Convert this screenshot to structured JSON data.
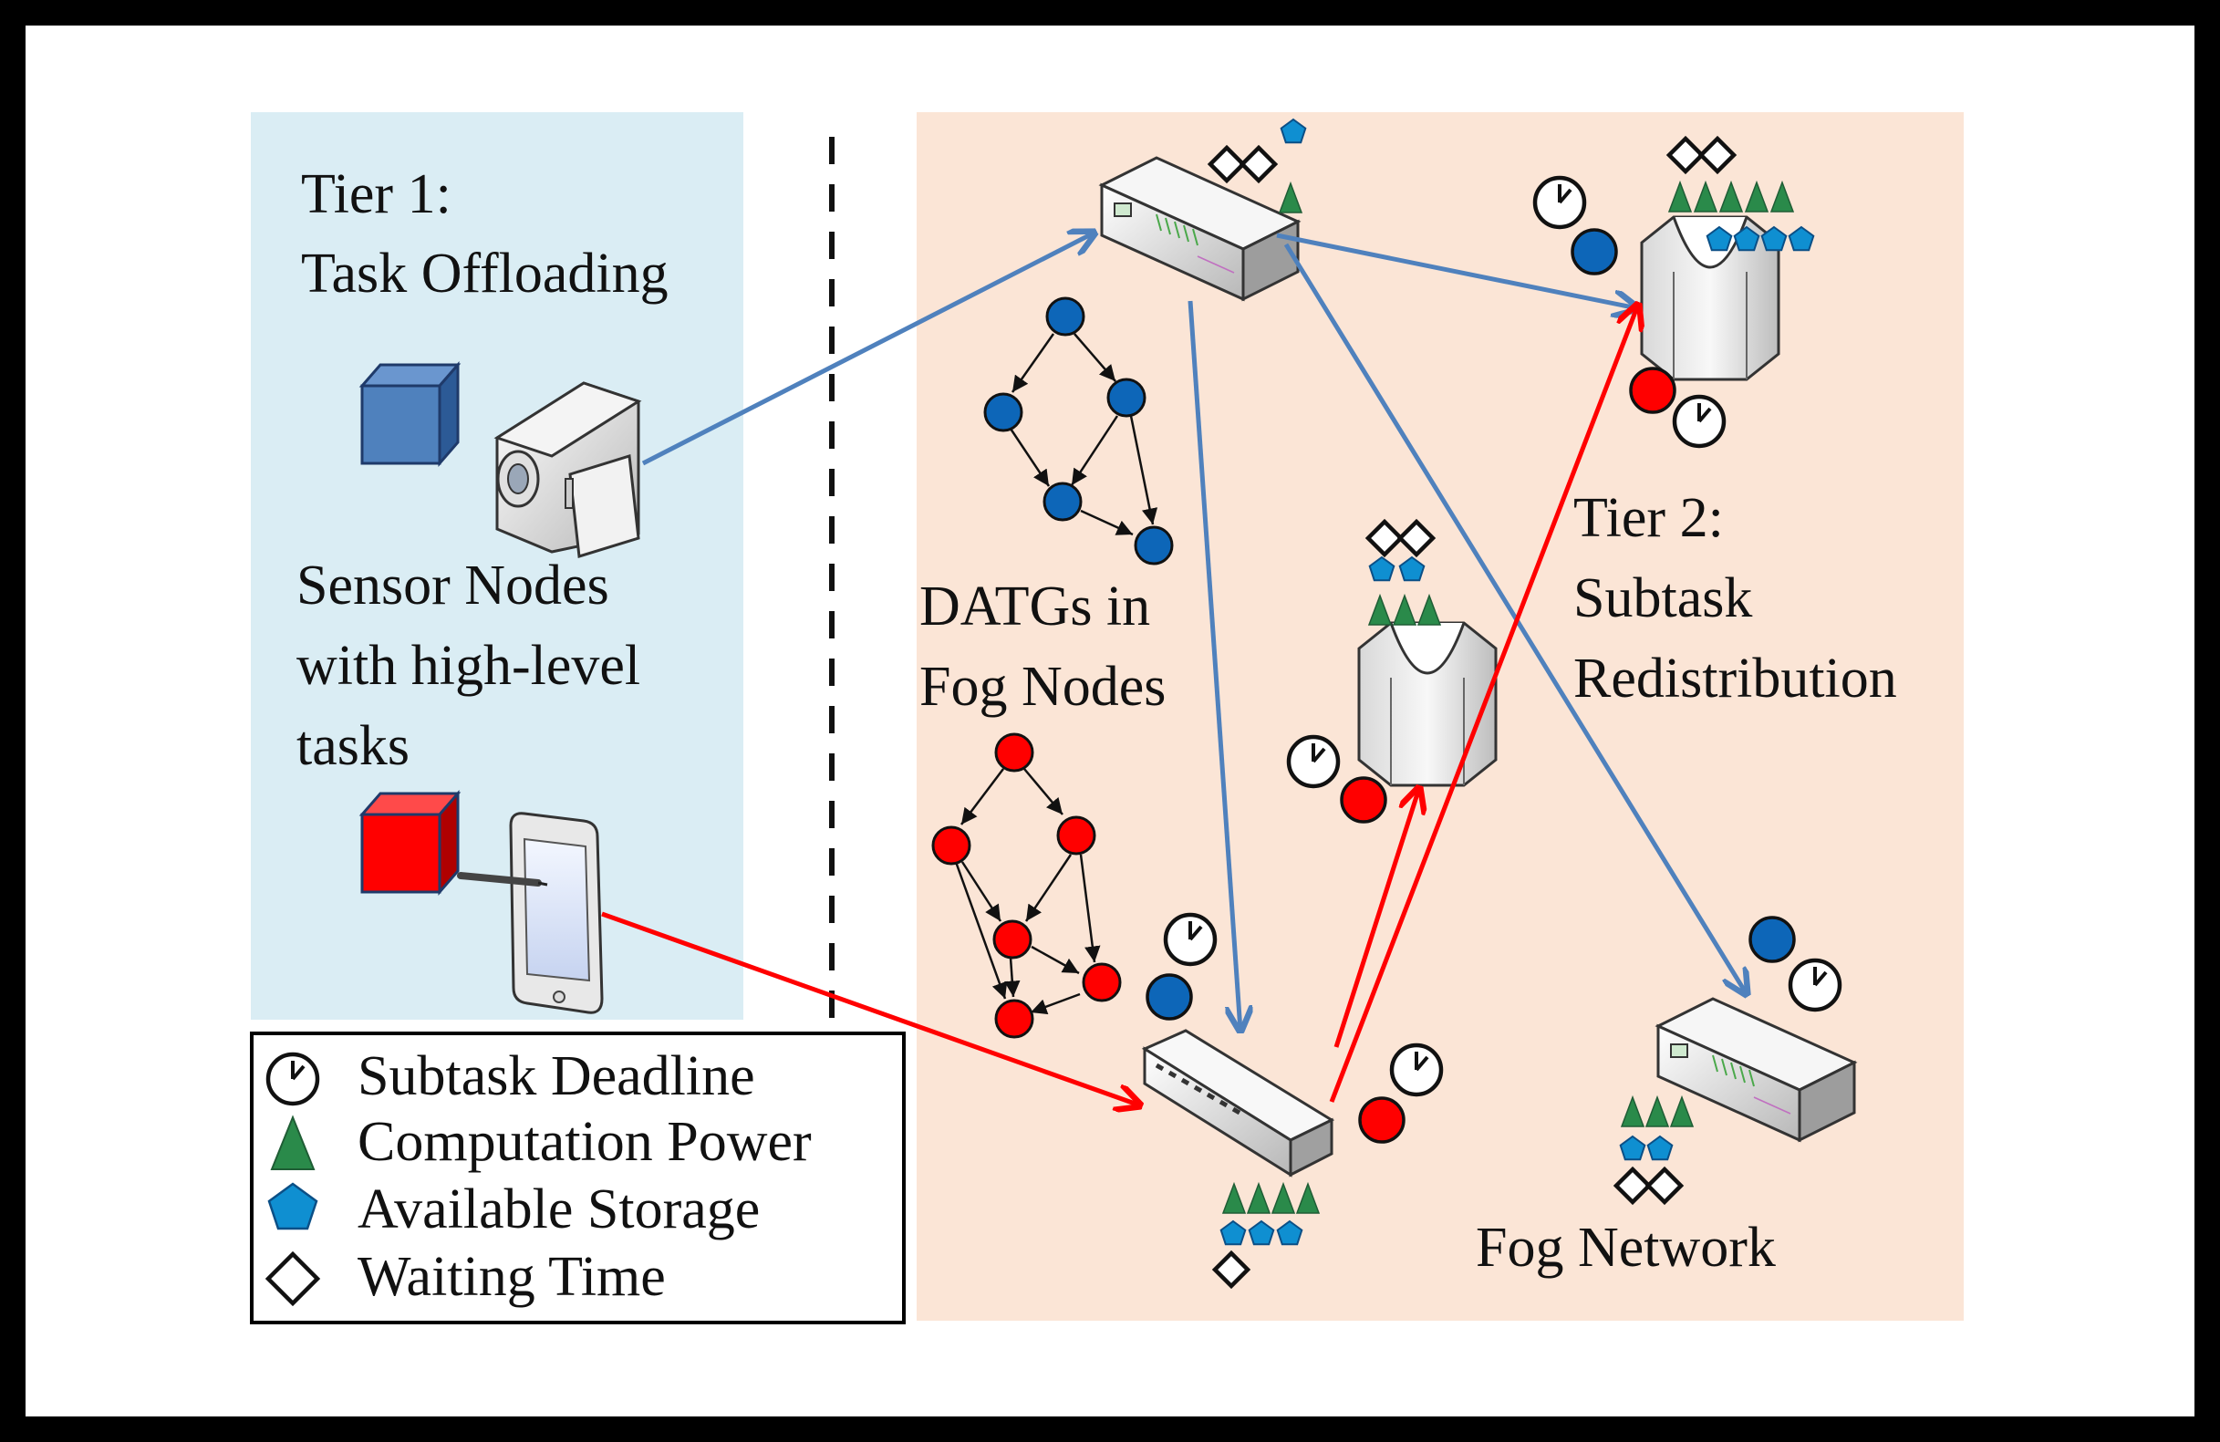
{
  "tier1": {
    "title_line1": "Tier 1:",
    "title_line2": "Task Offloading",
    "sensor_line1": "Sensor Nodes",
    "sensor_line2": "with high-level",
    "sensor_line3": "tasks"
  },
  "tier2": {
    "title_line1": "Tier 2:",
    "title_line2": "Subtask",
    "title_line3": "Redistribution",
    "datg_line1": "DATGs in",
    "datg_line2": "Fog Nodes",
    "fog_network": "Fog Network"
  },
  "legend": [
    {
      "icon": "clock-icon",
      "label": "Subtask Deadline"
    },
    {
      "icon": "triangle-icon",
      "label": "Computation Power"
    },
    {
      "icon": "pentagon-icon",
      "label": "Available Storage"
    },
    {
      "icon": "diamond-icon",
      "label": "Waiting Time"
    }
  ],
  "colors": {
    "tier1_bg": "#daedf4",
    "tier2_bg": "#fbe5d6",
    "blue_flow": "#4f81bd",
    "red_flow": "#ff0000",
    "blue_task": "#0d66b8",
    "red_task": "#ff0000",
    "triangle": "#2a8a4a",
    "pentagon": "#0f8fd1"
  }
}
